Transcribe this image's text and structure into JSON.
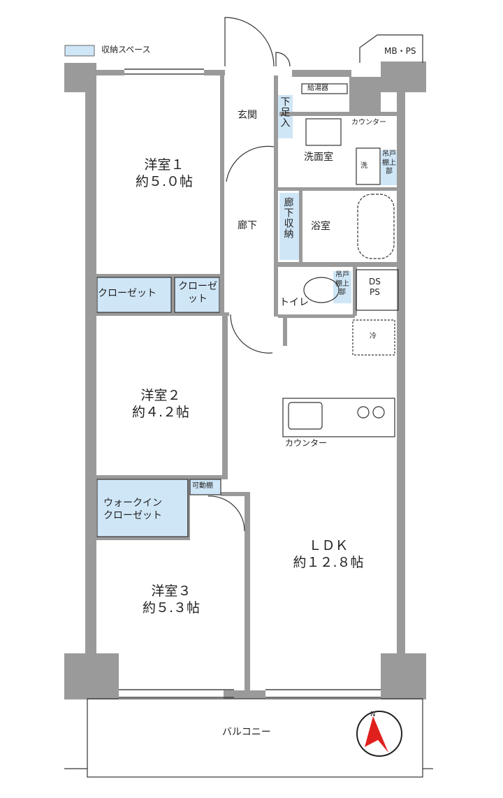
{
  "legend": {
    "label": "収納スペース",
    "color": "#cfe6f7"
  },
  "rooms": {
    "western1": {
      "name": "洋室１",
      "size": "約５.０帖"
    },
    "western2": {
      "name": "洋室２",
      "size": "約４.２帖"
    },
    "western3": {
      "name": "洋室３",
      "size": "約５.３帖"
    },
    "ldk": {
      "name": "ＬＤＫ",
      "size": "約１２.８帖"
    },
    "entrance": "玄関",
    "shoe_storage": "下足入",
    "corridor": "廊下",
    "corridor_storage": "廊下収納",
    "washroom": "洗面室",
    "bathroom": "浴室",
    "toilet": "トイレ",
    "balcony": "バルコニー"
  },
  "storage": {
    "closet1": "クローゼット",
    "closet2": "クローゼット",
    "walk_in": [
      "ウォークイン",
      "クローゼット"
    ],
    "movable_shelf": "可動棚",
    "upper_cabinet": "吊戸棚上部"
  },
  "fixtures": {
    "water_heater": "給湯器",
    "mb_ps": "MB・PS",
    "ds_ps": [
      "DS",
      "PS"
    ],
    "counter_wash": "カウンター",
    "counter_kitchen": "カウンター",
    "washer": "洗",
    "ac": "冷"
  },
  "compass": {
    "north": "N",
    "color": "#e0201c"
  },
  "colors": {
    "wall": "#9a9a9a",
    "storage": "#cfe6f7"
  }
}
